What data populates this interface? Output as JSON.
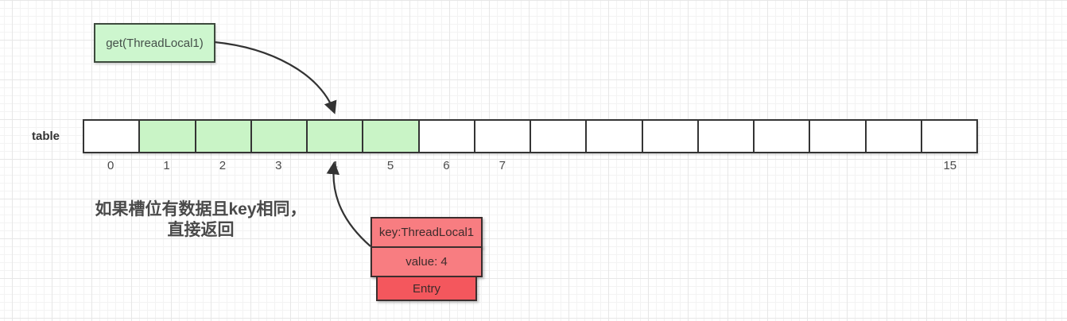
{
  "get_box": {
    "label": "get(ThreadLocal1)"
  },
  "table": {
    "label": "table",
    "cells": [
      {
        "index": 0,
        "label": "0",
        "filled": false
      },
      {
        "index": 1,
        "label": "1",
        "filled": true
      },
      {
        "index": 2,
        "label": "2",
        "filled": true
      },
      {
        "index": 3,
        "label": "3",
        "filled": true
      },
      {
        "index": 4,
        "label": "4",
        "filled": true
      },
      {
        "index": 5,
        "label": "5",
        "filled": true
      },
      {
        "index": 6,
        "label": "6",
        "filled": false
      },
      {
        "index": 7,
        "label": "7",
        "filled": false
      },
      {
        "index": 8,
        "label": "",
        "filled": false
      },
      {
        "index": 9,
        "label": "",
        "filled": false
      },
      {
        "index": 10,
        "label": "",
        "filled": false
      },
      {
        "index": 11,
        "label": "",
        "filled": false
      },
      {
        "index": 12,
        "label": "",
        "filled": false
      },
      {
        "index": 13,
        "label": "",
        "filled": false
      },
      {
        "index": 14,
        "label": "",
        "filled": false
      },
      {
        "index": 15,
        "label": "15",
        "filled": false
      }
    ]
  },
  "caption": {
    "line1": "如果槽位有数据且key相同，",
    "line2": "直接返回"
  },
  "entry": {
    "key": "key:ThreadLocal1",
    "value": "value: 4",
    "title": "Entry"
  },
  "colors": {
    "slot_filled": "#c9f4c6",
    "get_box_fill": "#cdf6ce",
    "entry_light_fill": "#f87d81",
    "entry_dark_fill": "#f4575d",
    "border": "#343434",
    "arrow": "#333333",
    "grid_major": "#e7e7e7",
    "grid_minor": "#f3f3f3"
  }
}
